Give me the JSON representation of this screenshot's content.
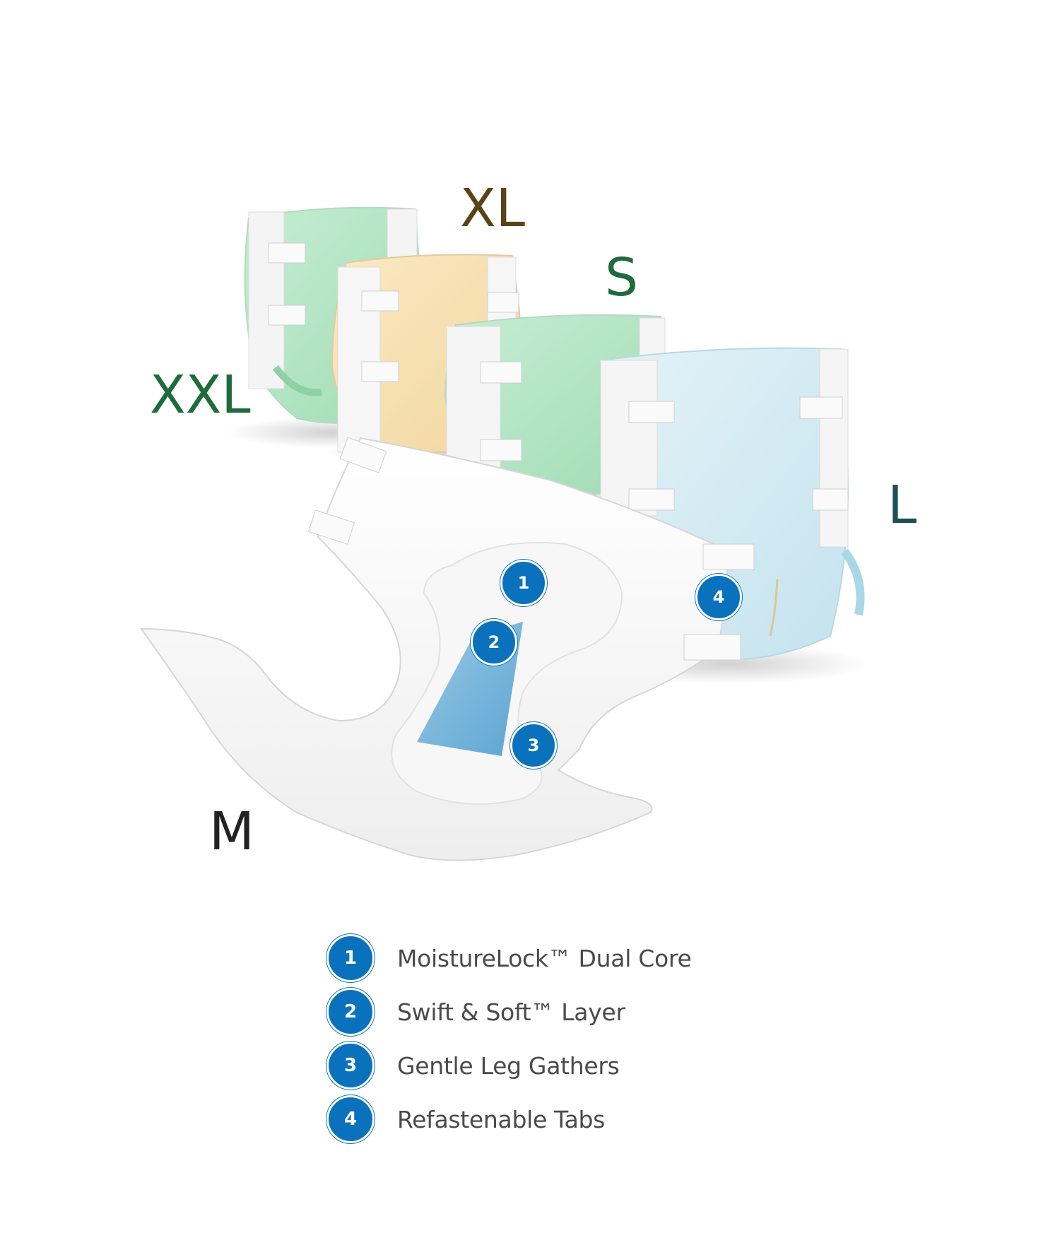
{
  "sizes": {
    "xl": "XL",
    "s": "S",
    "xxl": "XXL",
    "l": "L",
    "m": "M"
  },
  "colors": {
    "xl": "#5a4416",
    "s": "#1e6b3c",
    "xxl": "#1e6b3c",
    "l": "#1c4f57",
    "m": "#222222",
    "badge": "#0a72bd"
  },
  "callouts": [
    "1",
    "2",
    "3",
    "4"
  ],
  "legend": [
    {
      "num": "1",
      "label": "MoistureLock™ Dual Core"
    },
    {
      "num": "2",
      "label": "Swift & Soft™ Layer"
    },
    {
      "num": "3",
      "label": "Gentle Leg Gathers"
    },
    {
      "num": "4",
      "label": "Refastenable Tabs"
    }
  ]
}
